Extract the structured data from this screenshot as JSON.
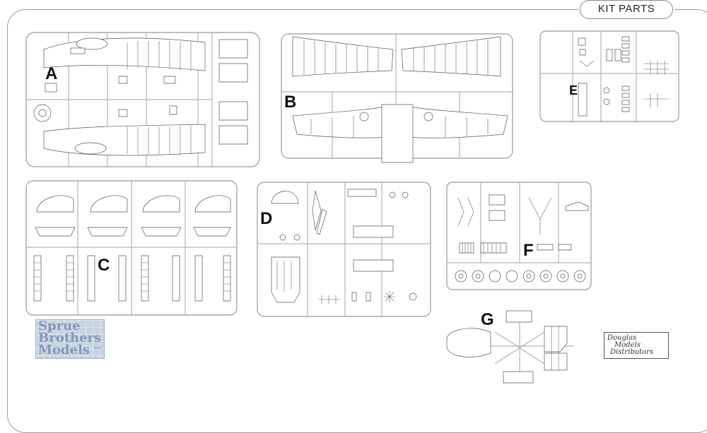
{
  "header": {
    "title": "KIT PARTS"
  },
  "sprues": [
    {
      "letter": "A"
    },
    {
      "letter": "B"
    },
    {
      "letter": "C"
    },
    {
      "letter": "D"
    },
    {
      "letter": "E"
    },
    {
      "letter": "F"
    },
    {
      "letter": "G"
    }
  ],
  "logos": {
    "sprue_brothers": {
      "line1": "Sprue",
      "line2": "Brothers",
      "line3": "Models",
      "suffix": "LLC"
    },
    "douglas": {
      "line1": "Douglas",
      "line2": "Models",
      "line3": "Distributors"
    }
  },
  "colors": {
    "outline": "#a0a0a0",
    "sprue_fill": "#ffffff",
    "part": "#555555",
    "logo_blue": "#7f98b8"
  }
}
